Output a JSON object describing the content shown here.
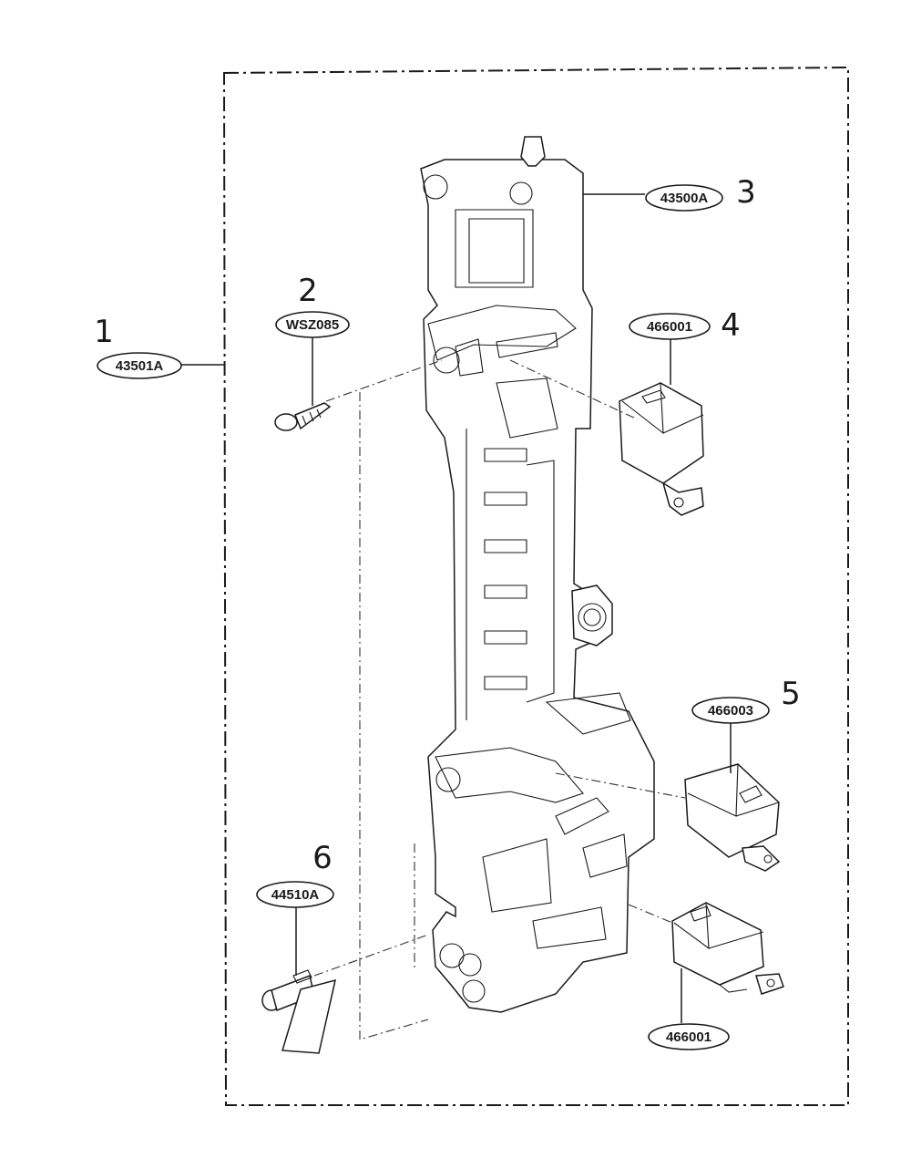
{
  "callouts": [
    {
      "id": "assembly",
      "ref": "1",
      "part_number": "43501A"
    },
    {
      "id": "screw",
      "ref": "2",
      "part_number": "WSZ085"
    },
    {
      "id": "latch-board",
      "ref": "3",
      "part_number": "43500A"
    },
    {
      "id": "switch-upper",
      "ref": "4",
      "part_number": "466001"
    },
    {
      "id": "switch-middle",
      "ref": "5",
      "part_number": "466003"
    },
    {
      "id": "lever",
      "ref": "6",
      "part_number": "44510A"
    },
    {
      "id": "switch-lower",
      "ref": "",
      "part_number": "466001"
    }
  ]
}
